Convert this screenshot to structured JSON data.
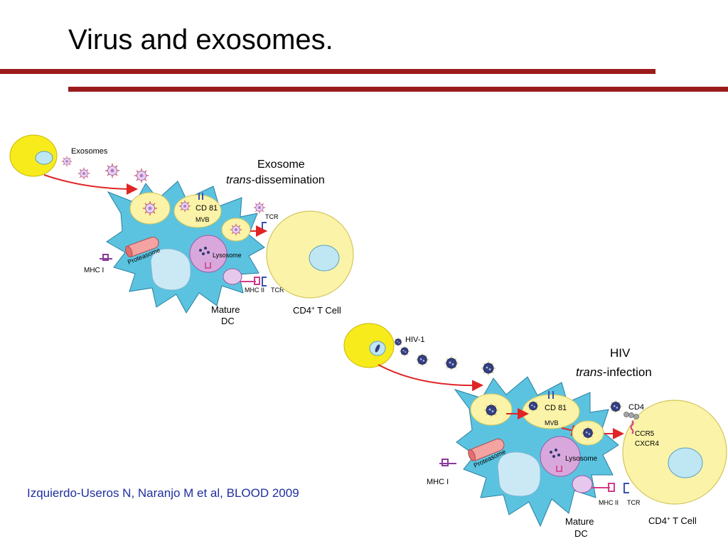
{
  "slide": {
    "title": "Virus and exosomes.",
    "citation": "Izquierdo-Useros N, Naranjo M et al, BLOOD  2009"
  },
  "panel_top": {
    "particle_label": "Exosomes",
    "heading_line1": "Exosome",
    "heading_italic": "trans",
    "heading_rest": "-dissemination",
    "cd81": "CD 81",
    "mvb": "MVB",
    "lysosome": "Lysosome",
    "proteasome": "Proteasome",
    "mhc1": "MHC I",
    "mhc2": "MHC II",
    "tcr_top": "TCR",
    "tcr_bottom": "TCR",
    "dc_line1": "Mature",
    "dc_line2": "DC",
    "tcell_main": "CD4",
    "tcell_sup": "+",
    "tcell_rest": " T Cell"
  },
  "panel_bottom": {
    "particle_label": "HIV-1",
    "heading_line1": "HIV",
    "heading_italic": "trans",
    "heading_rest": "-infection",
    "cd81": "CD 81",
    "mvb": "MVB",
    "lysosome": "Lysosome",
    "proteasome": "Proteasome",
    "mhc1": "MHC I",
    "mhc2": "MHC II",
    "tcr": "TCR",
    "cd4": "CD4",
    "ccr5": "CCR5",
    "cxcr4": "CXCR4",
    "dc_line1": "Mature",
    "dc_line2": "DC",
    "tcell_main": "CD4",
    "tcell_sup": "+",
    "tcell_rest": " T Cell"
  },
  "colors": {
    "title_rule": "#9b1b1b",
    "citation": "#1f2fa0",
    "dc_cell": "#5bc3e0",
    "donor_cell": "#f7eb1c",
    "t_cell": "#fbf3a8",
    "arrow": "#e02424",
    "lysosome": "#d8a8dc",
    "virus": "#34407f"
  }
}
